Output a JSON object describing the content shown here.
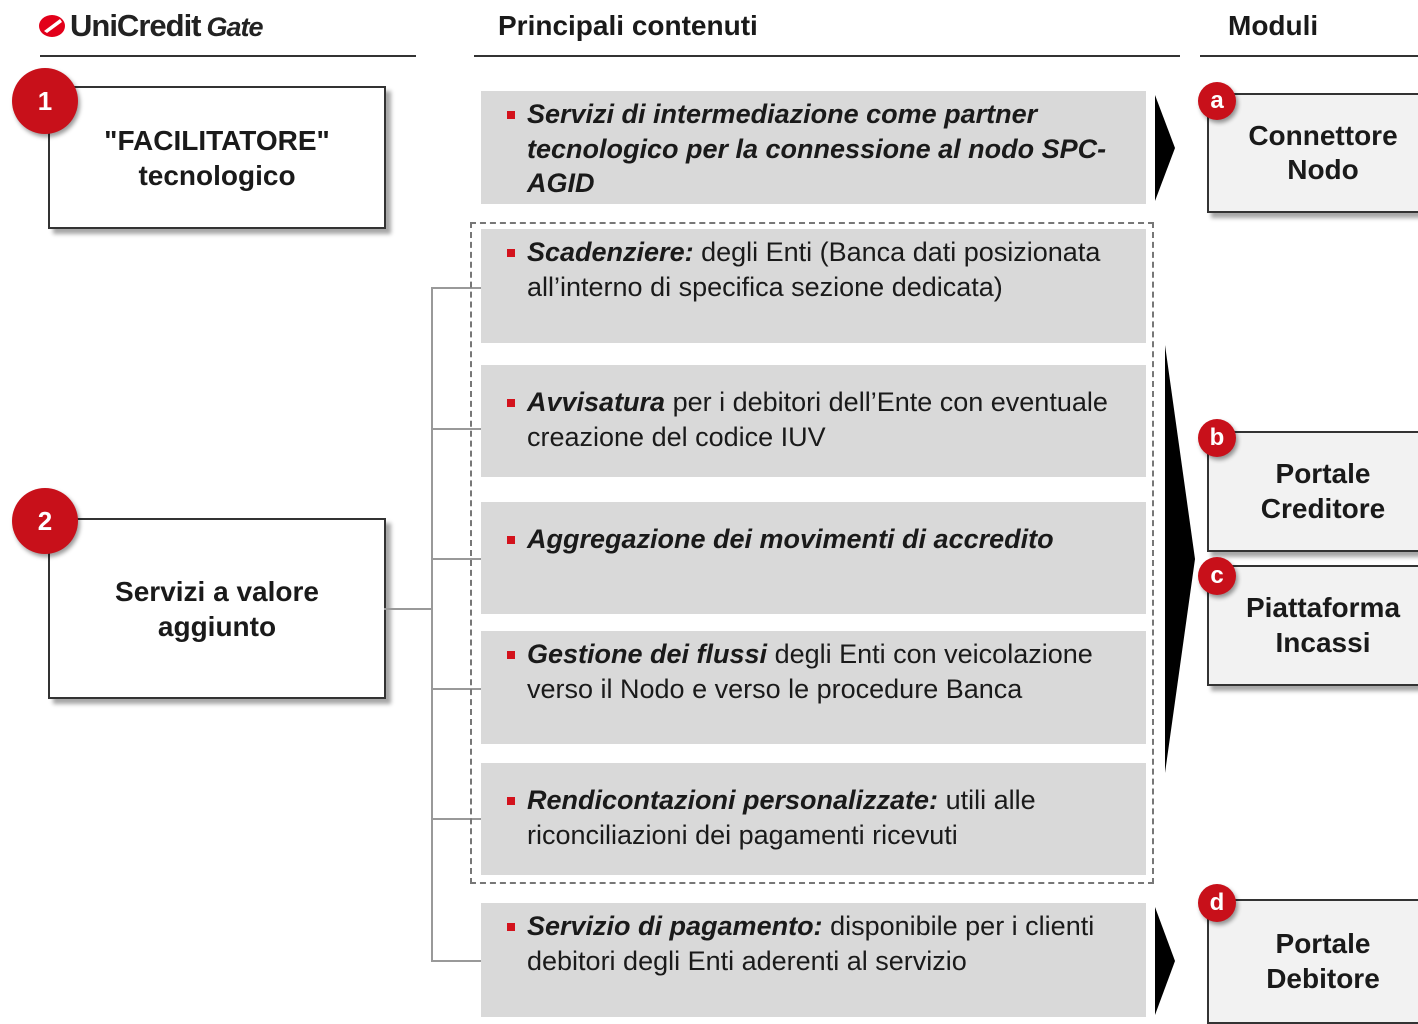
{
  "logo": {
    "brand": "UniCredit",
    "suffix": "Gate"
  },
  "headers": {
    "contents": "Principali contenuti",
    "modules": "Moduli"
  },
  "left_boxes": [
    {
      "badge": "1",
      "line1": "\"FACILITATORE\"",
      "line2": "tecnologico"
    },
    {
      "badge": "2",
      "line1": "Servizi a valore",
      "line2": "aggiunto"
    }
  ],
  "contents": [
    {
      "bold": "Servizi di intermediazione  come partner tecnologico  per  la connessione  al nodo  SPC- AGID",
      "rest": ""
    },
    {
      "bold": "Scadenziere:",
      "rest": " degli Enti (Banca dati posizionata all’interno di specifica sezione dedicata)"
    },
    {
      "bold": "Avvisatura",
      "rest": "  per i debitori dell’Ente con eventuale  creazione del codice IUV"
    },
    {
      "bold": "Aggregazione dei movimenti di accredito",
      "rest": ""
    },
    {
      "bold": "Gestione  dei flussi",
      "rest": "  degli Enti con veicolazione  verso  il Nodo  e verso  le procedure  Banca"
    },
    {
      "bold": "Rendicontazioni  personalizzate:",
      "rest": "  utili alle riconciliazioni dei pagamenti  ricevuti"
    },
    {
      "bold": "Servizio di pagamento:",
      "rest": " disponibile  per i clienti debitori degli Enti aderenti al servizio"
    }
  ],
  "modules": [
    {
      "badge": "a",
      "line1": "Connettore",
      "line2": "Nodo"
    },
    {
      "badge": "b",
      "line1": "Portale",
      "line2": "Creditore"
    },
    {
      "badge": "c",
      "line1": "Piattaforma",
      "line2": "Incassi"
    },
    {
      "badge": "d",
      "line1": "Portale",
      "line2": "Debitore"
    }
  ],
  "colors": {
    "accent": "#c8101a",
    "panel": "#d9d9d9",
    "module": "#f2f2f2"
  }
}
